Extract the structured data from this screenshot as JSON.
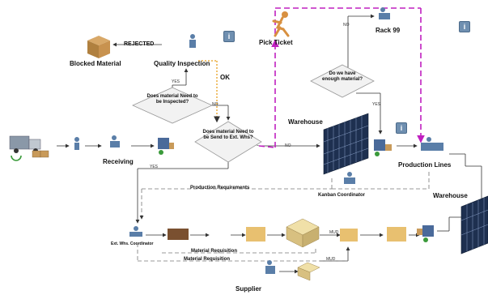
{
  "nodes": {
    "rejected": "REJECTED",
    "blocked_material": "Blocked Material",
    "quality_inspection": "Quality Inspection",
    "ok": "OK",
    "pick_ticket": "Pick Ticket",
    "rack_99": "Rack 99",
    "warehouse_top": "Warehouse",
    "warehouse_right": "Warehouse",
    "receiving": "Receiving",
    "production_lines": "Production Lines",
    "kanban_coordinator": "Kanban Coordinator",
    "production_requirements": "Production Requirements",
    "ext_whs_coordinator": "Ext. Whs. Coordinator",
    "material_requisition_1": "Material Requisition",
    "material_requisition_2": "Material Requisition",
    "supplier": "Supplier"
  },
  "decisions": {
    "inspect": "Does material Need to be Inspected?",
    "send_ext": "Does material Need to be Send to Ext. Whs?",
    "enough": "Do we have enough material?"
  },
  "edge_labels": {
    "yes_1": "YES",
    "no_1": "NO",
    "no_2": "NO",
    "yes_2": "YES",
    "no_3": "NO",
    "yes_3": "YES",
    "mud_1": "MUD",
    "mud_2": "MUD"
  },
  "info_icon": "i",
  "colors": {
    "pink": "#c020c0",
    "orange": "#e8a020",
    "line": "#333333",
    "dashed": "#777777"
  }
}
